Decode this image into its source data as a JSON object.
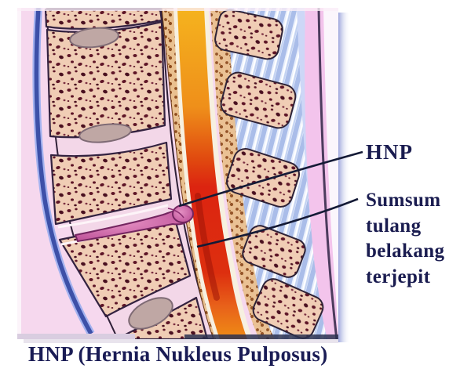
{
  "figure": {
    "type": "medical-diagram",
    "caption": "HNP (Hernia Nukleus Pulposus)",
    "labels": {
      "hnp": {
        "text": "HNP"
      },
      "pinched_cord": {
        "text": "Sumsum tulang belakang terjepit",
        "lines": [
          "Sumsum",
          "tulang",
          "belakang",
          "terjepit"
        ]
      }
    },
    "colors": {
      "page_background": "#ffffff",
      "label_text": "#1a1c50",
      "pointer_line": "#141a36",
      "illustration_background": "#f6d8ee",
      "bone": "#f0cdb5",
      "bone_speckle": "#5e1527",
      "disc": "#f3d7e8",
      "nucleus_pulposus": "#bfa7a4",
      "herniated_nucleus": "#c04e9a",
      "spinal_cord": "#f0921c",
      "pinched_spinal_cord": "#dd2a10",
      "epidural_fat": "#e9c08f",
      "interspinous_ligament": "#aabde9",
      "skin_band": "#f3c4ec",
      "anterior_ligament": "#3d50a8"
    },
    "parts": [
      "vertebra",
      "intervertebral-disc",
      "nucleus-pulposus",
      "herniated-nucleus",
      "spinal-cord",
      "pinched-spinal-cord",
      "epidural-fat",
      "interspinous-ligament",
      "spinous-process",
      "skin-layer"
    ]
  }
}
